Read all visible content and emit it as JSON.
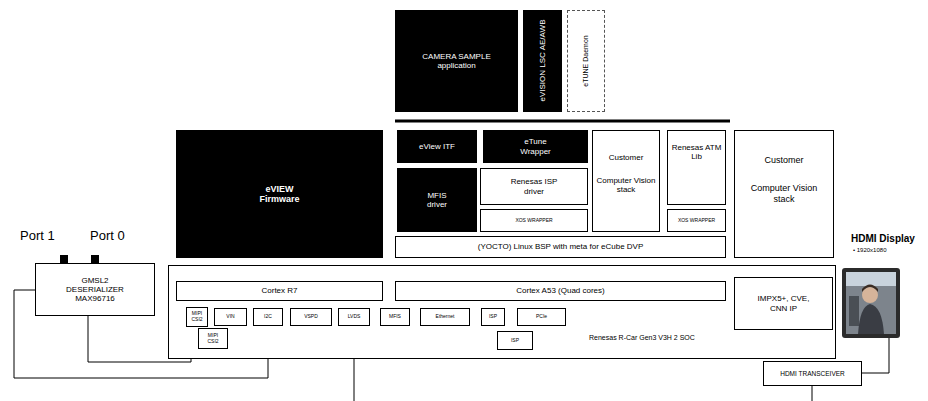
{
  "diagram": {
    "nodes": [
      {
        "text": [
          "CAMERA SAMPLE application"
        ]
      },
      {
        "text": [
          "eVISION LSC AE/AWB"
        ]
      },
      {
        "text": [
          "eTUNE Daemon"
        ]
      },
      {
        "text": [
          "eVIEW Firmware"
        ]
      },
      {
        "text": [
          "eView ITF"
        ]
      },
      {
        "text": [
          "eTune Wrapper"
        ]
      },
      {
        "text": [
          "MFIS driver"
        ]
      },
      {
        "text": [
          "Renesas ISP driver"
        ]
      },
      {
        "text": [
          "XOS WRAPPER"
        ]
      },
      {
        "text": [
          "Customer",
          "Computer Vision stack"
        ]
      },
      {
        "text": [
          "Renesas ATM Lib"
        ]
      },
      {
        "text": [
          "XOS WRAPPER"
        ]
      },
      {
        "text": [
          "(YOCTO) Linux BSP with meta for eCube DVP"
        ]
      },
      {
        "text": [
          "Customer",
          "Computer Vision stack"
        ]
      },
      {
        "text": [
          "GMSL2 DESERIALIZER MAX96716"
        ]
      },
      {
        "text": [
          "Renesas R-Car Gen3 V3H 2 SOC"
        ]
      },
      {
        "text": [
          "Cortex R7"
        ],
        "in": 15
      },
      {
        "text": [
          "Cortex A53 (Quad cores)"
        ],
        "in": 15
      },
      {
        "text": [
          "IMPX5+, CVE, CNN IP"
        ],
        "in": 15
      },
      {
        "text": [
          "MIPI CSI2"
        ],
        "in": 15
      },
      {
        "text": [
          "VIN"
        ],
        "in": 15
      },
      {
        "text": [
          "I2C"
        ],
        "in": 15
      },
      {
        "text": [
          "VSPD"
        ],
        "in": 15
      },
      {
        "text": [
          "LVDS"
        ],
        "in": 15
      },
      {
        "text": [
          "MFIS"
        ],
        "in": 15
      },
      {
        "text": [
          "Ethernet"
        ],
        "in": 15
      },
      {
        "text": [
          "ISP"
        ],
        "in": 15
      },
      {
        "text": [
          "PCIe"
        ],
        "in": 15
      },
      {
        "text": [
          "MIPI CSI2"
        ],
        "in": 15
      },
      {
        "text": [
          "ISP"
        ],
        "in": 15
      },
      {
        "text": [
          "HDMI TRANSCEIVER"
        ]
      }
    ],
    "edges": [
      {
        "from": 14,
        "to": 21,
        "arrow": "none"
      },
      {
        "from": 14,
        "to": 19,
        "arrow": "none"
      }
    ],
    "labels": [
      "Port 1",
      "Port 0",
      "HDMI Display",
      "• 1920x1080"
    ]
  }
}
